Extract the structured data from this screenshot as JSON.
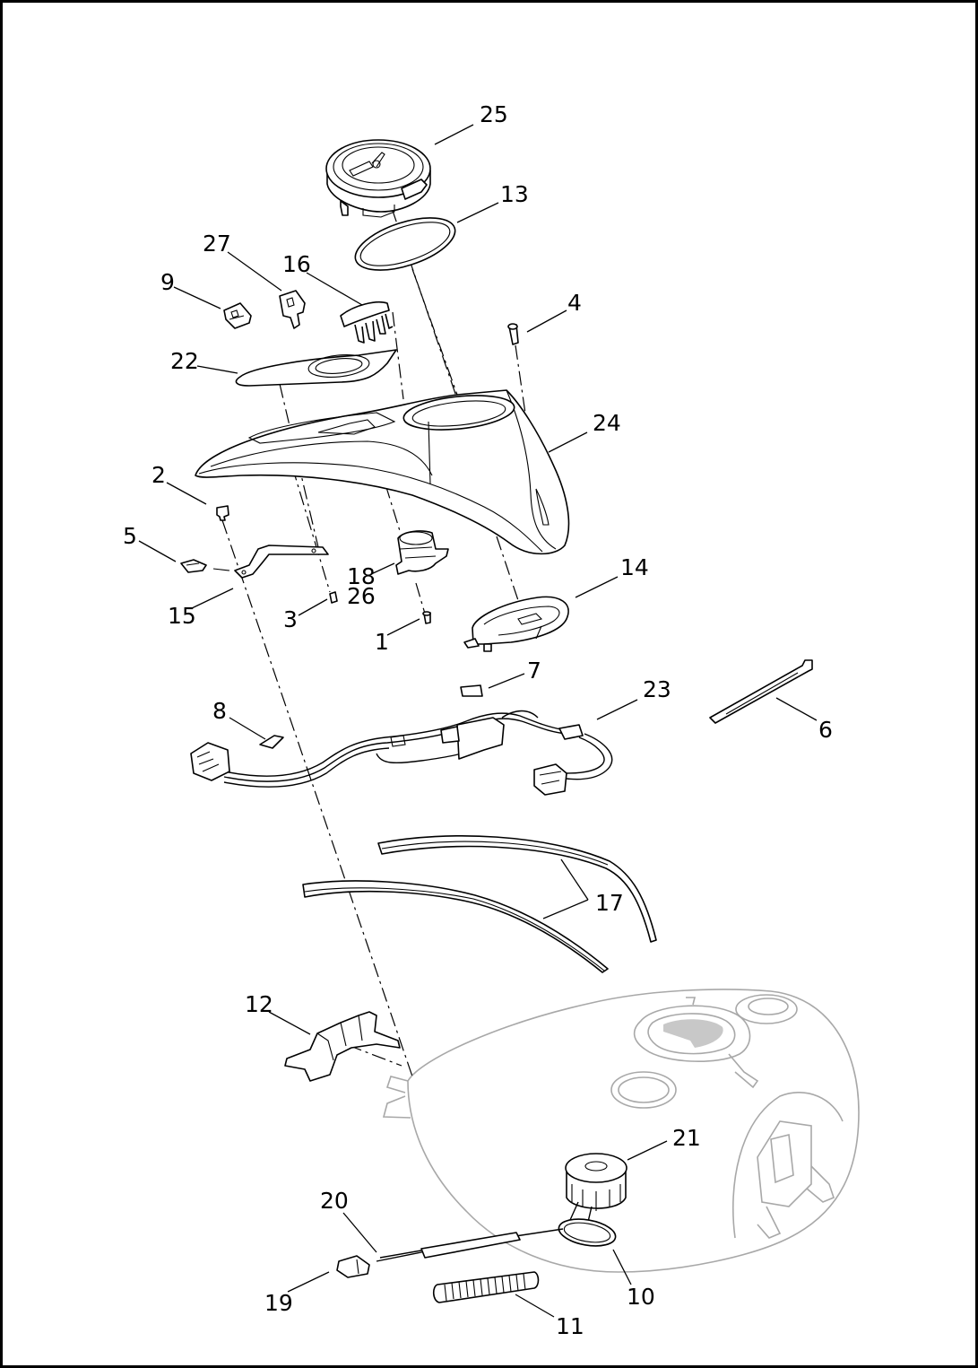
{
  "diagram": {
    "callouts": [
      "25",
      "13",
      "27",
      "16",
      "9",
      "4",
      "22",
      "24",
      "2",
      "5",
      "18",
      "26",
      "15",
      "3",
      "14",
      "1",
      "7",
      "23",
      "8",
      "6",
      "17",
      "12",
      "21",
      "20",
      "10",
      "19",
      "11"
    ]
  }
}
